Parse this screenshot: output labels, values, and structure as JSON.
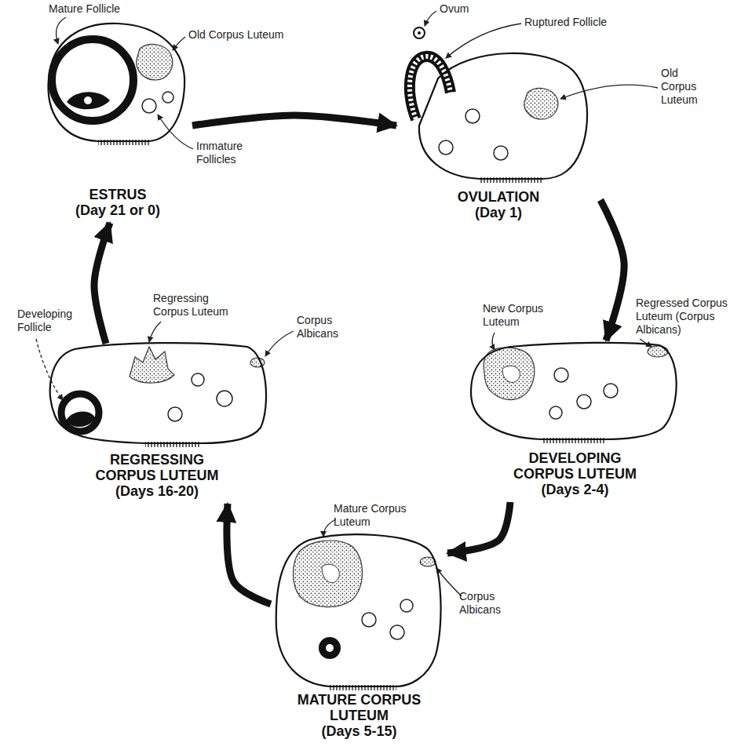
{
  "diagram": {
    "nodes": [
      {
        "text": [
          "ESTRUS",
          "(Day 21 or 0)"
        ]
      },
      {
        "text": [
          "OVULATION",
          "(Day 1)"
        ]
      },
      {
        "text": [
          "REGRESSING CORPUS LUTEUM",
          "(Days 16-20)"
        ]
      },
      {
        "text": [
          "DEVELOPING CORPUS LUTEUM",
          "(Days 2-4)"
        ]
      },
      {
        "text": [
          "MATURE CORPUS LUTEUM",
          "(Days 5-15)"
        ]
      }
    ],
    "edges": [
      {
        "from": 0,
        "to": 1,
        "arrow": "to"
      },
      {
        "from": 1,
        "to": 3,
        "arrow": "to"
      },
      {
        "from": 3,
        "to": 4,
        "arrow": "to"
      },
      {
        "from": 4,
        "to": 2,
        "arrow": "to"
      },
      {
        "from": 2,
        "to": 0,
        "arrow": "to"
      }
    ],
    "labels": [
      "Mature Follicle",
      "Old Corpus Luteum",
      "Immature Follicles",
      "Ovum",
      "Ruptured Follicle",
      "Old Corpus Luteum",
      "Regressing Corpus Luteum",
      "Developing Follicle",
      "Corpus Albicans",
      "New Corpus Luteum",
      "Regressed Corpus Luteum (Corpus Albicans)",
      "Mature Corpus Luteum",
      "Corpus Albicans"
    ]
  }
}
